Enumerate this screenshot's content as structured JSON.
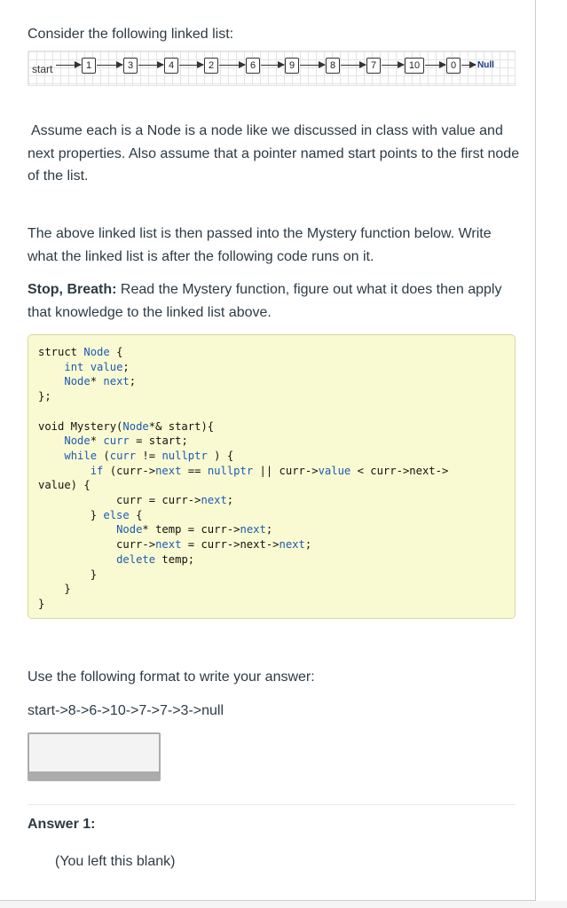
{
  "question": {
    "intro": "Consider the following linked list:",
    "linked_list": {
      "start_label": "start",
      "nodes": [
        "1",
        "3",
        "4",
        "2",
        "6",
        "9",
        "8",
        "7",
        "10",
        "0"
      ],
      "null_label": "Null"
    },
    "assume_text": "Assume each is a Node is a node like we discussed in class with value and next properties. Also assume that a pointer named start points to the first node of the list.",
    "passed_text": "The above linked list is then passed into the Mystery function below. Write what the linked list is after the following code runs on it.",
    "stop_label": "Stop, Breath:",
    "stop_text": " Read the Mystery function, figure out what it does then apply that knowledge to the linked list above.",
    "format_text": "Use the following format to write your answer:",
    "example_answer": "start->8->6->10->7->7->3->null"
  },
  "answer": {
    "label": "Answer 1:",
    "value": "",
    "blank_text": "(You left this blank)"
  }
}
